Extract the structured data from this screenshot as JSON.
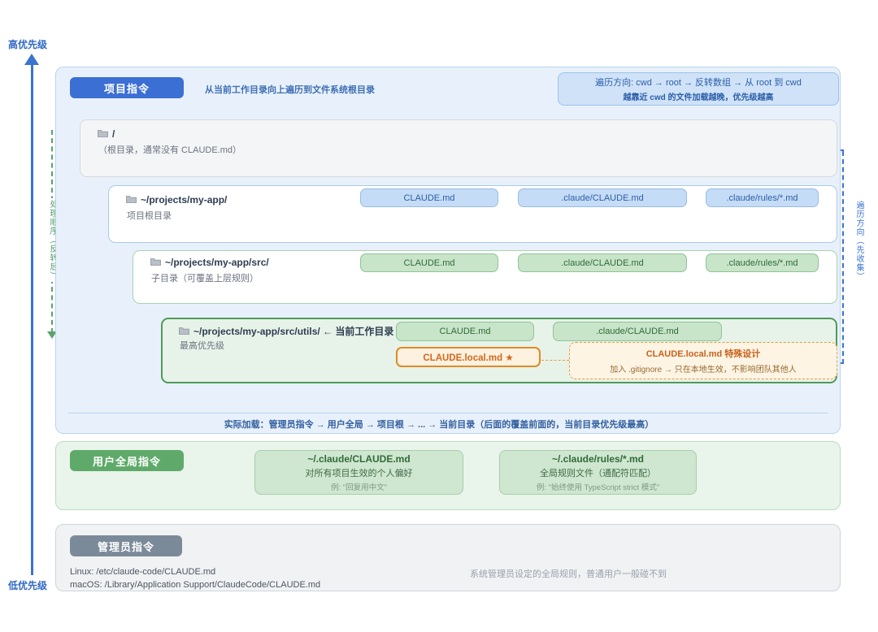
{
  "axis": {
    "high_label": "高优先级",
    "low_label": "低优先级",
    "process_order_label": "处理顺序（反转后）",
    "traversal_label": "遍历方向（先收集）",
    "accent_blue": "#3b74d0",
    "accent_green": "#5aa469"
  },
  "project_section": {
    "pill": "项目指令",
    "note": "从当前工作目录向上遍历到文件系统根目录",
    "traverse_box": {
      "line1": "遍历方向: cwd → root → 反转数组 → 从 root 到 cwd",
      "line2": "越靠近 cwd 的文件加载越晚，优先级越高"
    },
    "rows": [
      {
        "path": "/",
        "sub": "（根目录，通常没有 CLAUDE.md）",
        "files": []
      },
      {
        "path": "~/projects/my-app/",
        "sub": "项目根目录",
        "files": [
          "CLAUDE.md",
          ".claude/CLAUDE.md",
          ".claude/rules/*.md"
        ]
      },
      {
        "path": "~/projects/my-app/src/",
        "sub": "子目录（可覆盖上层规则）",
        "files": [
          "CLAUDE.md",
          ".claude/CLAUDE.md",
          ".claude/rules/*.md"
        ]
      },
      {
        "path": "~/projects/my-app/src/utils/ ← 当前工作目录 (cwd)",
        "sub": "最高优先级",
        "files": [
          "CLAUDE.md",
          ".claude/CLAUDE.md"
        ],
        "local_file": "CLAUDE.local.md ★"
      }
    ],
    "local_note": {
      "title": "CLAUDE.local.md 特殊设计",
      "desc": "加入 .gitignore → 只在本地生效，不影响团队其他人"
    },
    "load_order": "实际加载：管理员指令 → 用户全局 → 项目根 → ... → 当前目录（后面的覆盖前面的，当前目录优先级最高）"
  },
  "global_section": {
    "pill": "用户全局指令",
    "cards": [
      {
        "path": "~/.claude/CLAUDE.md",
        "desc": "对所有项目生效的个人偏好",
        "example": "例: \"回复用中文\""
      },
      {
        "path": "~/.claude/rules/*.md",
        "desc": "全局规则文件（通配符匹配）",
        "example": "例: \"始终使用 TypeScript strict 模式\""
      }
    ]
  },
  "admin_section": {
    "pill": "管理员指令",
    "path_linux": "Linux: /etc/claude-code/CLAUDE.md",
    "path_macos": "macOS: /Library/Application Support/ClaudeCode/CLAUDE.md",
    "note": "系统管理员设定的全局规则，普通用户一般碰不到"
  }
}
